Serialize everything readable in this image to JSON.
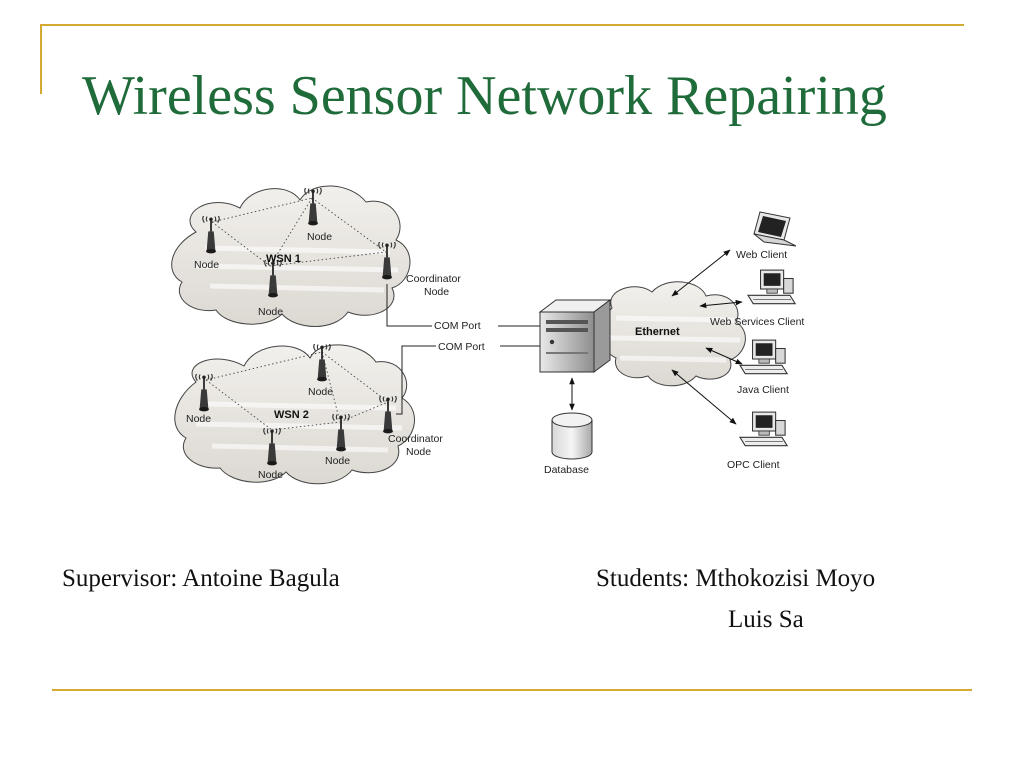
{
  "slide": {
    "title": "Wireless Sensor Network Repairing",
    "accent_color": "#d4aa33",
    "title_color": "#1f6b3a"
  },
  "diagram": {
    "wsn1": {
      "cloud_label": "WSN 1",
      "nodes": [
        "Node",
        "Node",
        "Node"
      ],
      "coordinator": [
        "Coordinator",
        "Node"
      ],
      "port": "COM Port"
    },
    "wsn2": {
      "cloud_label": "WSN 2",
      "nodes": [
        "Node",
        "Node",
        "Node",
        "Node"
      ],
      "coordinator": [
        "Coordinator",
        "Node"
      ],
      "port": "COM Port"
    },
    "ethernet_label": "Ethernet",
    "database_label": "Database",
    "clients": [
      "Web Client",
      "Web Services Client",
      "Java Client",
      "OPC Client"
    ]
  },
  "credits": {
    "supervisor": "Supervisor: Antoine Bagula",
    "students_label": "Students: Mthokozisi Moyo",
    "student_2": "Luis Sa"
  }
}
